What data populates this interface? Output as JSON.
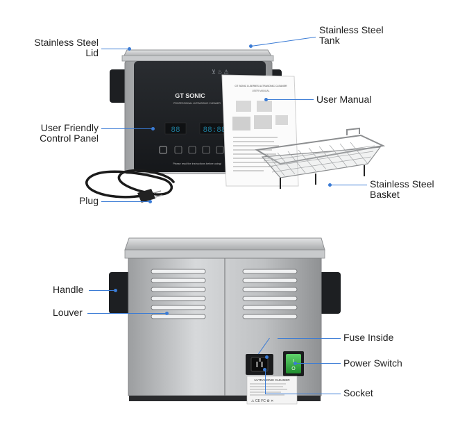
{
  "callouts": {
    "lid": "Stainless Steel\nLid",
    "tank": "Stainless Steel\nTank",
    "manual": "User Manual",
    "control_panel": "User Friendly\nControl Panel",
    "plug": "Plug",
    "basket": "Stainless Steel\nBasket",
    "handle": "Handle",
    "louver": "Louver",
    "fuse": "Fuse Inside",
    "power_switch": "Power Switch",
    "socket": "Socket"
  },
  "device": {
    "brand": "GT SONIC",
    "tagline": "PROFESSIONAL ULTRASONIC CLEANER",
    "panel_note": "Please read the instructions before using!",
    "display_left": "88",
    "display_right": "88:88"
  },
  "manual": {
    "title": "GT SONIC D-SERIES ULTRASONIC CLEANER",
    "subtitle": "USER MANUAL"
  },
  "rating_plate": {
    "title": "ULTRASONIC CLEANER"
  },
  "colors": {
    "accent": "#3a7bd5",
    "steel": "#b9bbbd",
    "panel": "#1e2124",
    "switch": "#2fae3f"
  }
}
